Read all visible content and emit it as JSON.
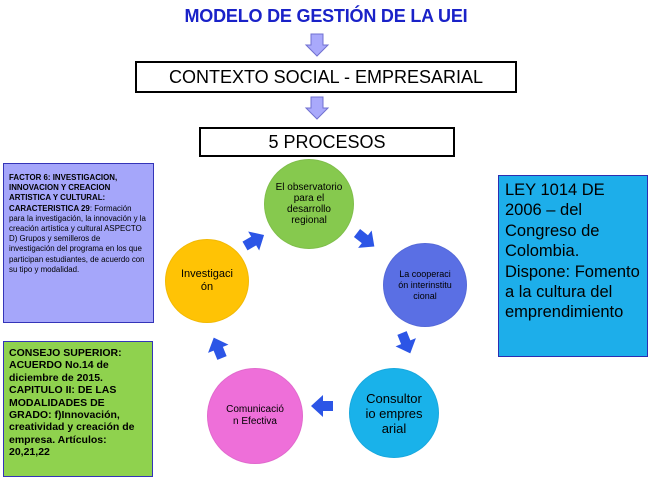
{
  "title": "MODELO DE GESTIÓN DE LA UEI",
  "contexto": "CONTEXTO SOCIAL - EMPRESARIAL",
  "procesos": "5 PROCESOS",
  "cycle": {
    "observatorio": "El observatorio para el desarrollo regional",
    "cooperacion": "La cooperación interinstitucional",
    "consultorio": "Consultorio empresarial",
    "comunicacion": "Comunicación Efectiva",
    "investigacion": "Investigación"
  },
  "left_box": {
    "heading": "FACTOR 6: INVESTIGACION, INNOVACION Y CREACION ARTISTICA Y CULTURAL: CARACTERISTICA 29",
    "body": ": Formación para la investigación, la innovación y la creación artística y cultural ASPECTO D) Grupos y semilleros de investigación del programa en los que participan estudiantes, de acuerdo con su tipo y modalidad."
  },
  "green_box": "CONSEJO SUPERIOR: ACUERDO No.14 de diciembre de 2015. CAPITULO II: DE LAS MODALIDADES DE GRADO: f)Innovación, creatividad y creación de empresa. Artículos: 20,21,22",
  "ley_box": "LEY 1014 DE 2006 – del Congreso de Colombia. Dispone: Fomento a la cultura del emprendimiento",
  "colors": {
    "title": "#1a22c8",
    "arrows": "#a9a9fb",
    "cycle_arrows": "#2c55e6",
    "observatorio": "#86c94e",
    "cooperacion": "#5a6fe4",
    "consultorio": "#19b2ea",
    "comunicacion": "#ee6fd9",
    "investigacion": "#ffc305"
  }
}
